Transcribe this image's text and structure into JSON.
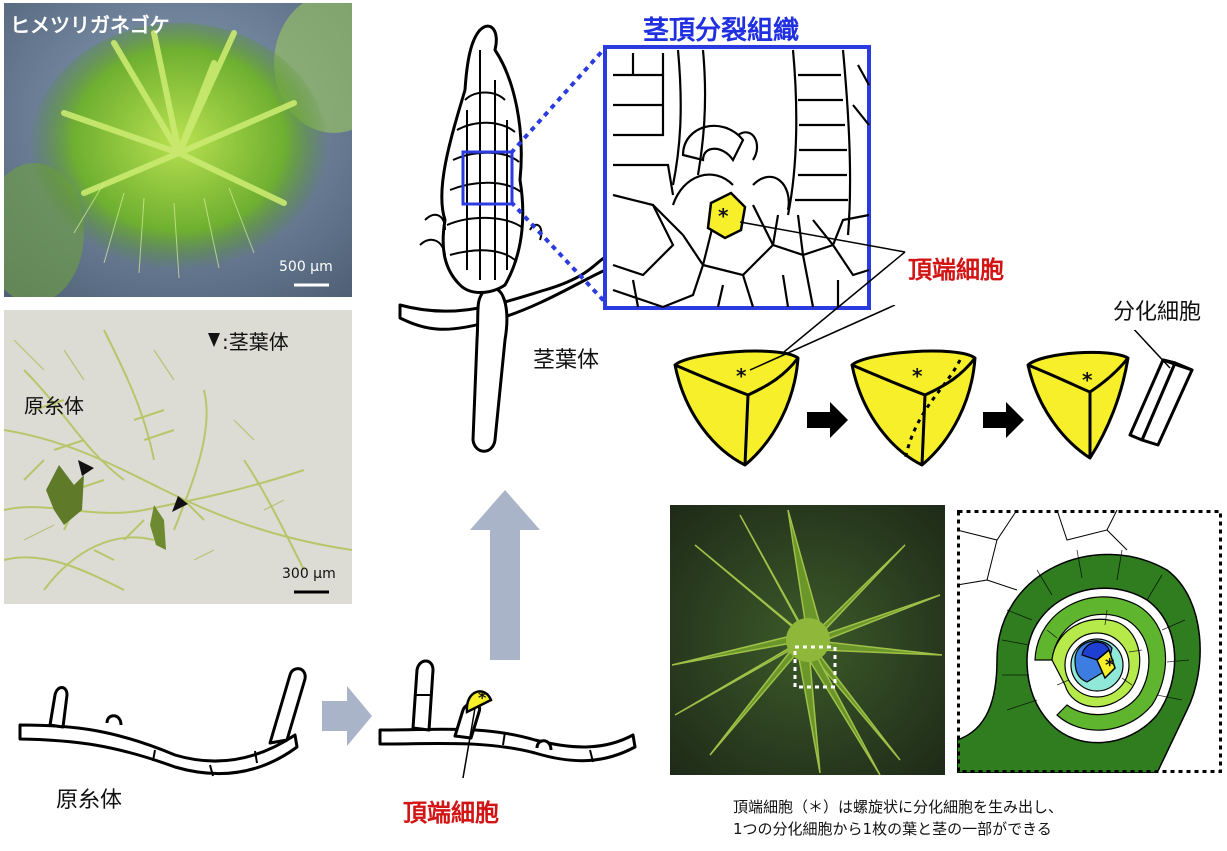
{
  "photo_moss": {
    "title": "ヒメツリガネゴケ",
    "scale": "500 µm"
  },
  "photo_protonema": {
    "legend": ":茎葉体",
    "label": "原糸体",
    "scale": "300 µm"
  },
  "meristem_title": "茎頂分裂組織",
  "apical_cell_label": "頂端細胞",
  "gametophore_label": "茎葉体",
  "differentiated_label": "分化細胞",
  "protonema_label": "原糸体",
  "bottom_apical_label": "頂端細胞",
  "asterisk": "*",
  "caption": {
    "line1": "頂端細胞（＊）は螺旋状に分化細胞を生み出し、",
    "line2": "1つの分化細胞から1枚の葉と茎の一部ができる"
  },
  "colors": {
    "apical": "#f6ef2a",
    "frame_blue": "#2a3be0",
    "arrow_gray": "#a9b4c8",
    "label_red": "#d21414"
  }
}
